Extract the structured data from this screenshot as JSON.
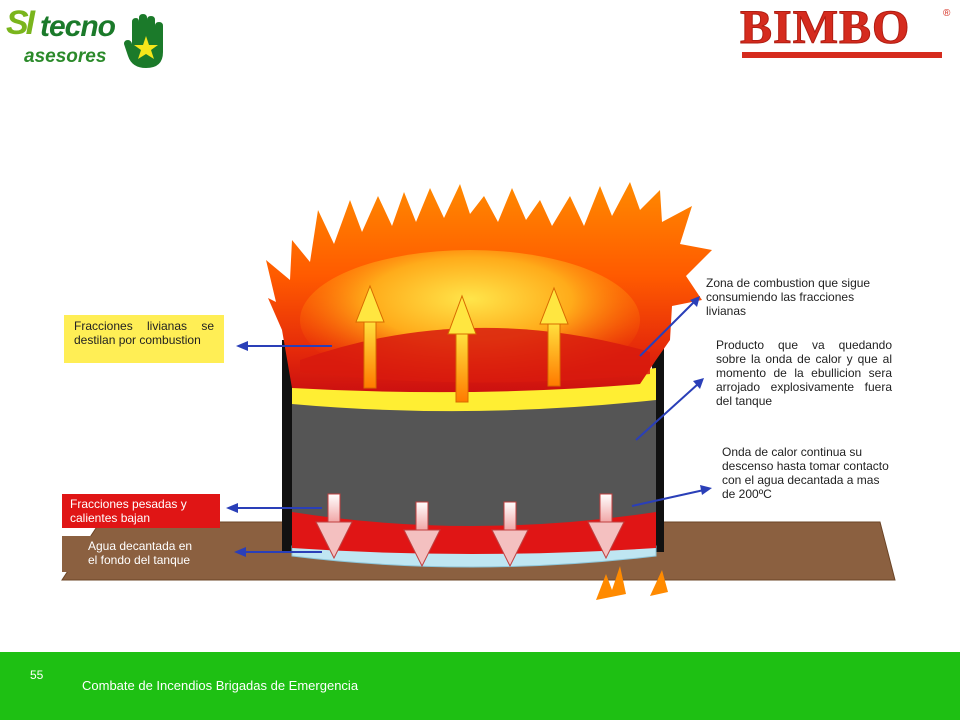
{
  "logos": {
    "left_si": "SI",
    "left_tecno": "tecno",
    "left_asesores": "asesores",
    "right_brand": "BIMBO",
    "right_reg": "®"
  },
  "labels": {
    "livianas": "Fracciones livianas se destilan por combustion",
    "pesadas": "Fracciones pesadas y calientes bajan",
    "agua": "Agua decantada en el fondo del tanque",
    "zona": "Zona de combustion que sigue consumiendo las fracciones livianas",
    "producto": "Producto que va quedando sobre la onda de calor y que al momento de la ebullicion sera arrojado explosivamente fuera del tanque",
    "onda": "Onda de calor continua su descenso hasta tomar contacto con el agua decantada a mas de 200ºC"
  },
  "colors": {
    "footer": "#1ec013",
    "flame_outer": "#ff6a00",
    "flame_inner": "#ffd21f",
    "hot_layer": "#e01515",
    "light_layer": "#ffee33",
    "product_layer": "#555555",
    "water": "#bfe6f2",
    "ground": "#8b6040",
    "arrow": "#2a3fb8"
  },
  "footer": {
    "page_number": "55",
    "text": "Combate de Incendios   Brigadas de Emergencia"
  }
}
